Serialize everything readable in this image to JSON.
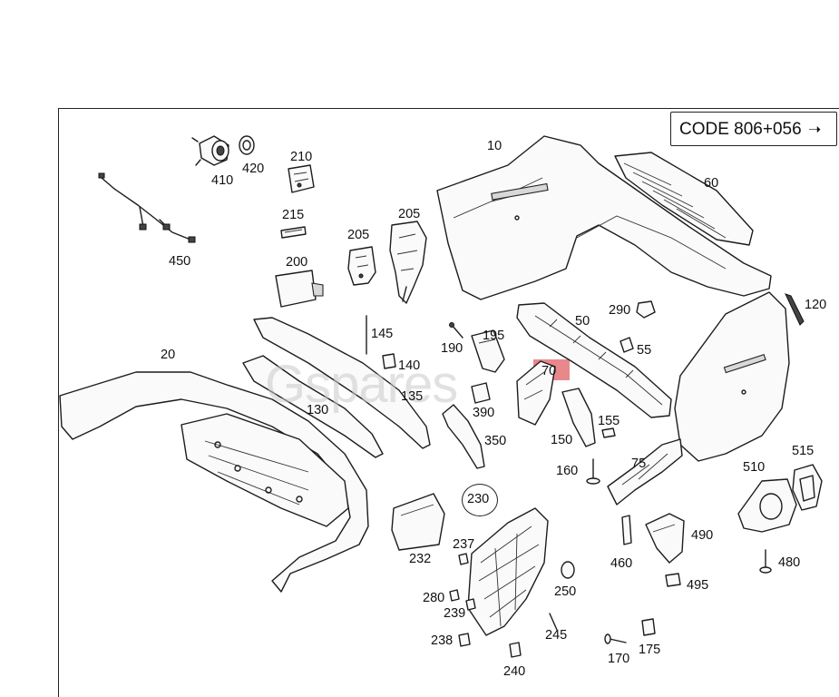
{
  "code_box": {
    "text": "CODE 806+056",
    "arrow_icon": "arrow-right-icon"
  },
  "watermark": "Gspares",
  "highlight_color": "#e77b7f",
  "callouts": [
    {
      "id": "10",
      "label": "10"
    },
    {
      "id": "20",
      "label": "20"
    },
    {
      "id": "50",
      "label": "50"
    },
    {
      "id": "55",
      "label": "55"
    },
    {
      "id": "60",
      "label": "60"
    },
    {
      "id": "70",
      "label": "70"
    },
    {
      "id": "75",
      "label": "75"
    },
    {
      "id": "120",
      "label": "120"
    },
    {
      "id": "130",
      "label": "130"
    },
    {
      "id": "135",
      "label": "135"
    },
    {
      "id": "140",
      "label": "140"
    },
    {
      "id": "145",
      "label": "145"
    },
    {
      "id": "150",
      "label": "150"
    },
    {
      "id": "155",
      "label": "155"
    },
    {
      "id": "160",
      "label": "160"
    },
    {
      "id": "170",
      "label": "170"
    },
    {
      "id": "175",
      "label": "175"
    },
    {
      "id": "190",
      "label": "190"
    },
    {
      "id": "195",
      "label": "195"
    },
    {
      "id": "200",
      "label": "200"
    },
    {
      "id": "205a",
      "label": "205"
    },
    {
      "id": "205b",
      "label": "205"
    },
    {
      "id": "210",
      "label": "210"
    },
    {
      "id": "215",
      "label": "215"
    },
    {
      "id": "230",
      "label": "230"
    },
    {
      "id": "232",
      "label": "232"
    },
    {
      "id": "237",
      "label": "237"
    },
    {
      "id": "238",
      "label": "238"
    },
    {
      "id": "239",
      "label": "239"
    },
    {
      "id": "240",
      "label": "240"
    },
    {
      "id": "245",
      "label": "245"
    },
    {
      "id": "250",
      "label": "250"
    },
    {
      "id": "280",
      "label": "280"
    },
    {
      "id": "290",
      "label": "290"
    },
    {
      "id": "350",
      "label": "350"
    },
    {
      "id": "390",
      "label": "390"
    },
    {
      "id": "410",
      "label": "410"
    },
    {
      "id": "420",
      "label": "420"
    },
    {
      "id": "450",
      "label": "450"
    },
    {
      "id": "460",
      "label": "460"
    },
    {
      "id": "480",
      "label": "480"
    },
    {
      "id": "490",
      "label": "490"
    },
    {
      "id": "495",
      "label": "495"
    },
    {
      "id": "510",
      "label": "510"
    },
    {
      "id": "515",
      "label": "515"
    }
  ]
}
